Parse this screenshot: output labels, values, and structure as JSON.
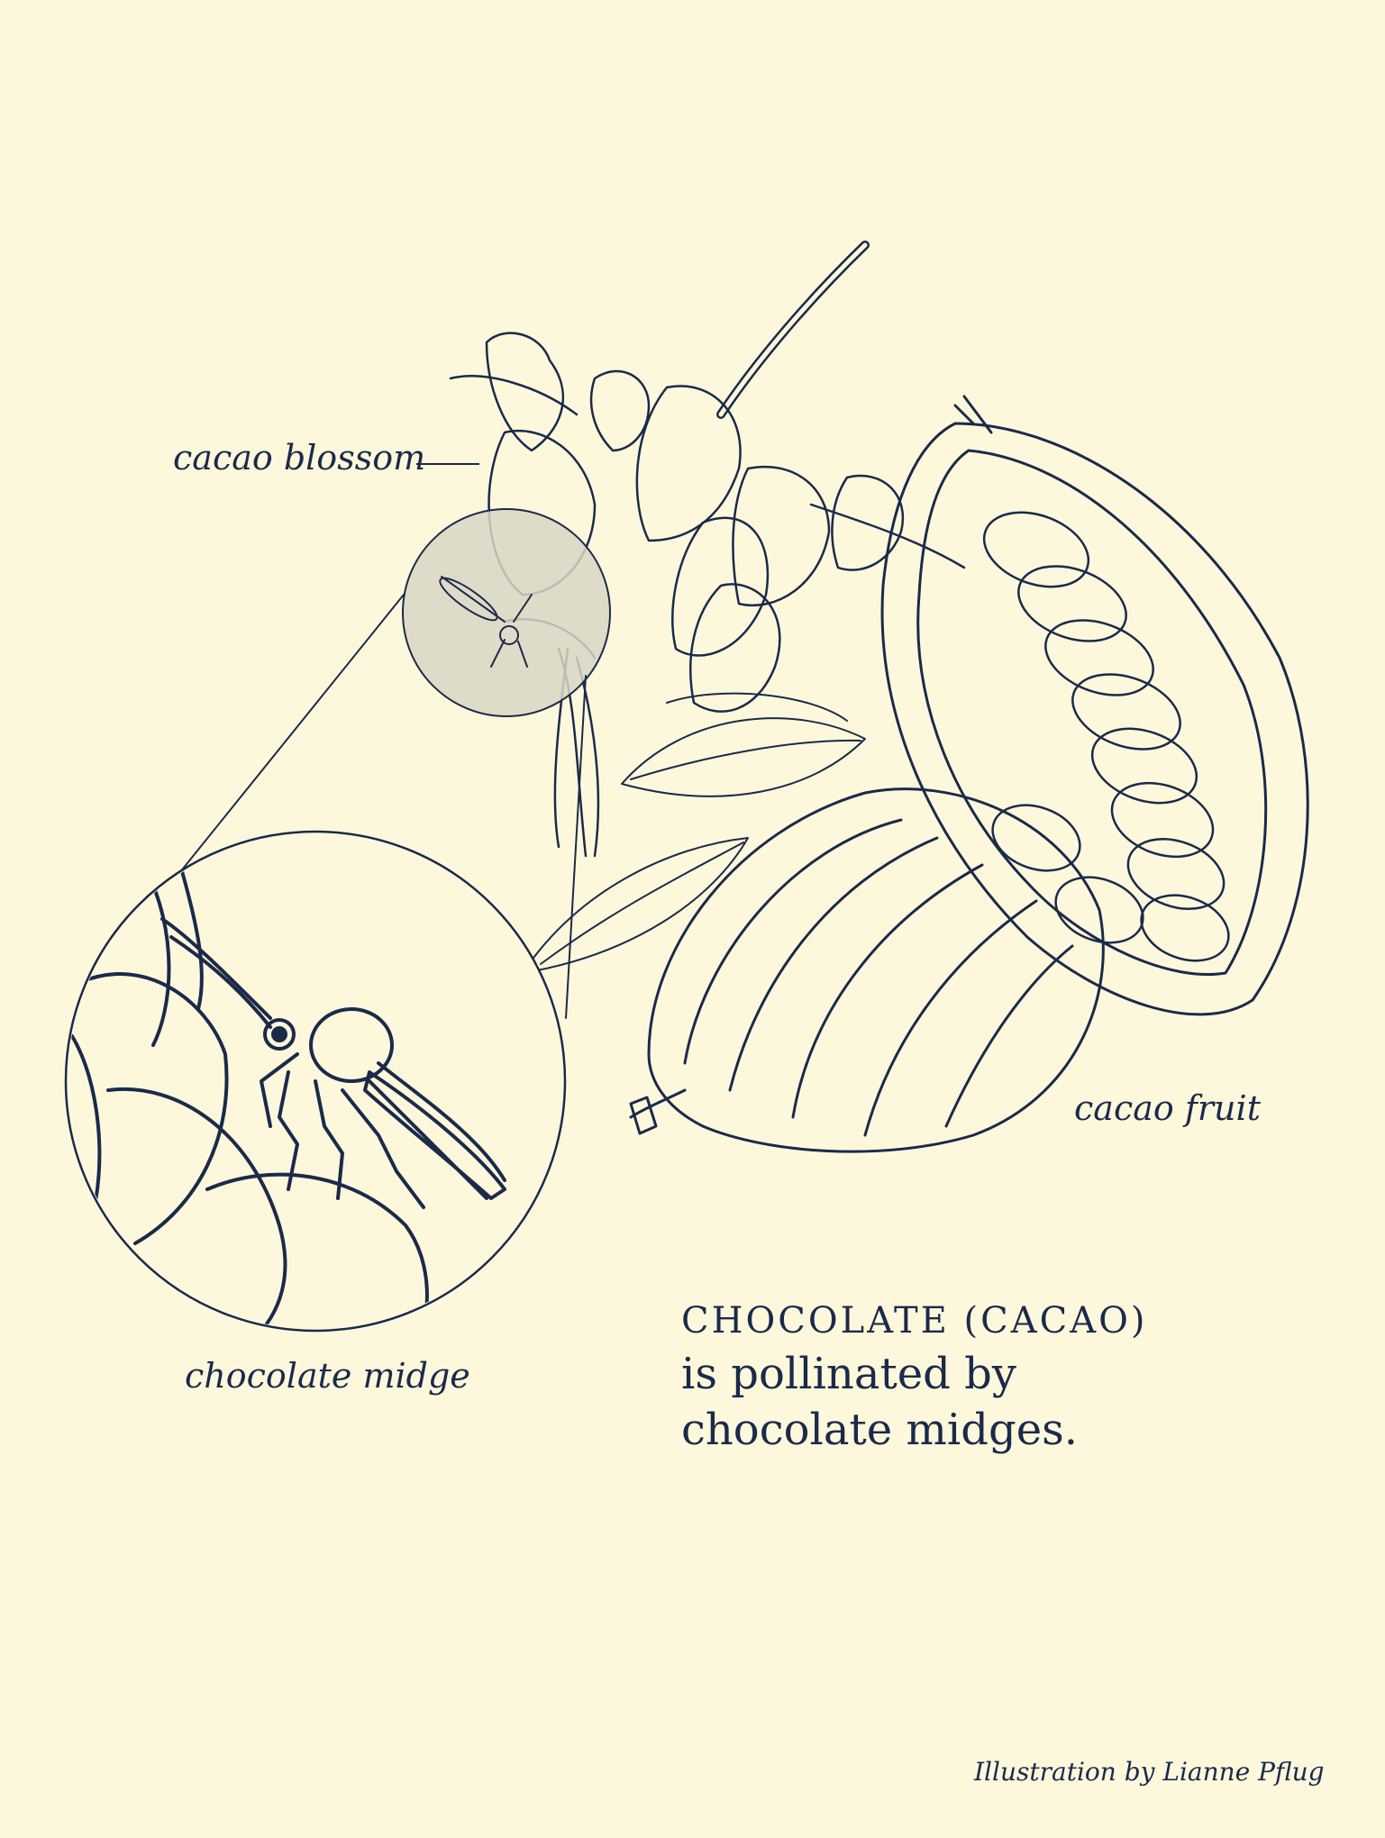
{
  "labels": {
    "blossom": "cacao blossom",
    "fruit": "cacao fruit",
    "midge": "chocolate midge"
  },
  "headline": {
    "caps": "CHOCOLATE (CACAO)",
    "line1": "is pollinated by",
    "line2": "chocolate midges."
  },
  "credit": "Illustration by Lianne Pflug",
  "colors": {
    "background": "#fdf8dc",
    "ink": "#1b2a4a",
    "magnifier_fill": "#d9d6c6"
  }
}
